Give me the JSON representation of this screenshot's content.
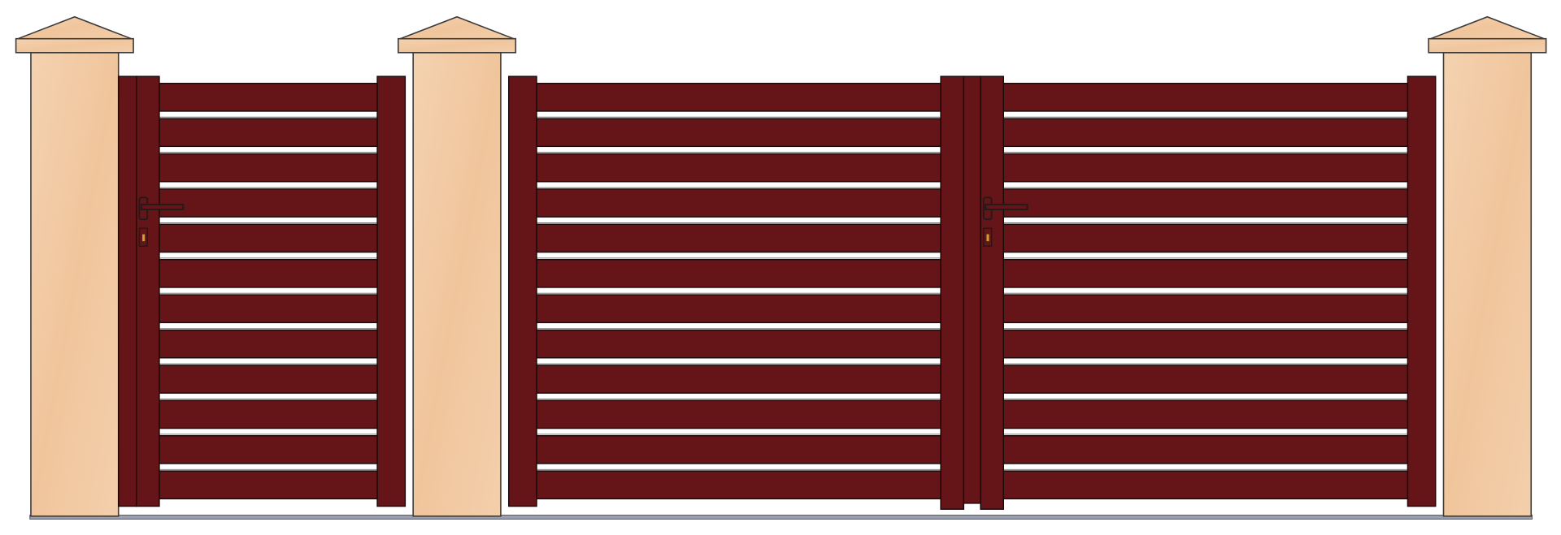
{
  "colors": {
    "background": "#ffffff",
    "gate": "#651518",
    "gate_outline": "#1a0a0a",
    "stone": "#f1c79f",
    "stone_light": "#f6d8b8",
    "stone_outline": "#3a3a3a",
    "ground": "#9aa0b4",
    "hardware": "#1c1c1c",
    "lock_brass": "#c9a227"
  },
  "pedestrian_gate": {
    "slat_count": 12,
    "has_handle": true,
    "has_lock": true
  },
  "double_gate": {
    "leaves": 2,
    "slat_count_per_leaf": 12,
    "has_handle": true,
    "has_lock": true
  },
  "pillars": {
    "count": 3,
    "cap_style": "pyramid"
  }
}
